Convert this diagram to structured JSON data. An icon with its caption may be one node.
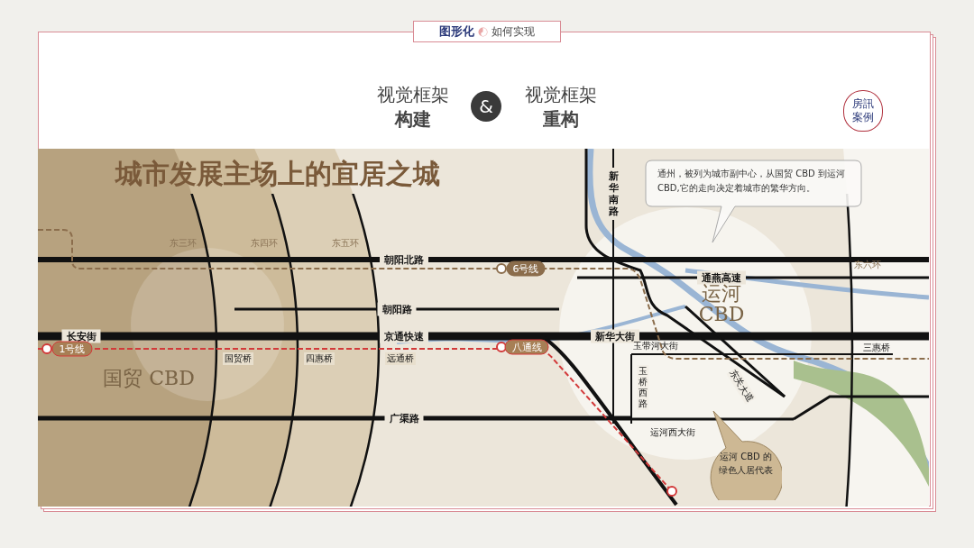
{
  "diagram": {
    "nodes": [
      {
        "text": [
          "图形化",
          "如何实现"
        ]
      },
      {
        "text": [
          "&"
        ]
      },
      {
        "text": [
          "房訊案例"
        ]
      },
      {
        "text": [
          "通州，被列为城市副中心，从国贸 CBD 到运河 CBD,它的走向决定着城市的繁华方向。"
        ]
      },
      {
        "text": [
          "运河 CBD 的绿色人居代表"
        ]
      }
    ],
    "labels": [
      "视觉框架",
      "构建",
      "视觉框架",
      "重构",
      "城市发展主场上的宜居之城",
      "东三环",
      "东四环",
      "东五环",
      "朝阳北路",
      "6号线",
      "新华南路",
      "东六环",
      "通燕高速",
      "朝阳路",
      "运河 CBD",
      "长安街",
      "京通快速",
      "新华大街",
      "1号线",
      "八通线",
      "三惠桥",
      "国贸桥",
      "四惠桥",
      "远通桥",
      "玉带河大街",
      "国贸 CBD",
      "玉桥西路",
      "东关大道",
      "广渠路",
      "运河西大街"
    ]
  }
}
